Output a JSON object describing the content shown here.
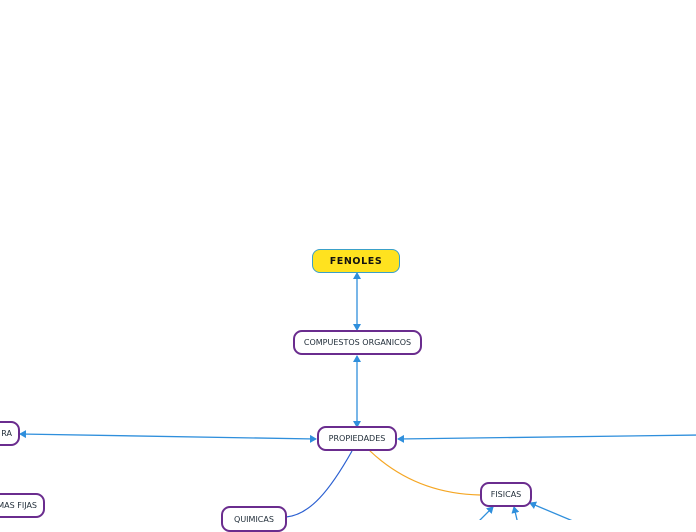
{
  "map": {
    "root": {
      "label": "FENOLES",
      "fill": "#ffe21f"
    },
    "nodes": {
      "compuestos": "COMPUESTOS ORGANICOS",
      "propiedades": "PROPIEDADES",
      "left_top": "RA",
      "left_bottom": "MAS FIJAS",
      "quimicas": "QUIMICAS",
      "fisicas": "FISICAS"
    },
    "colors": {
      "border": "#6a2c8e",
      "connector": "#2f8fdc",
      "branch_orange": "#f5a623",
      "branch_blue": "#2a5fd1"
    }
  }
}
